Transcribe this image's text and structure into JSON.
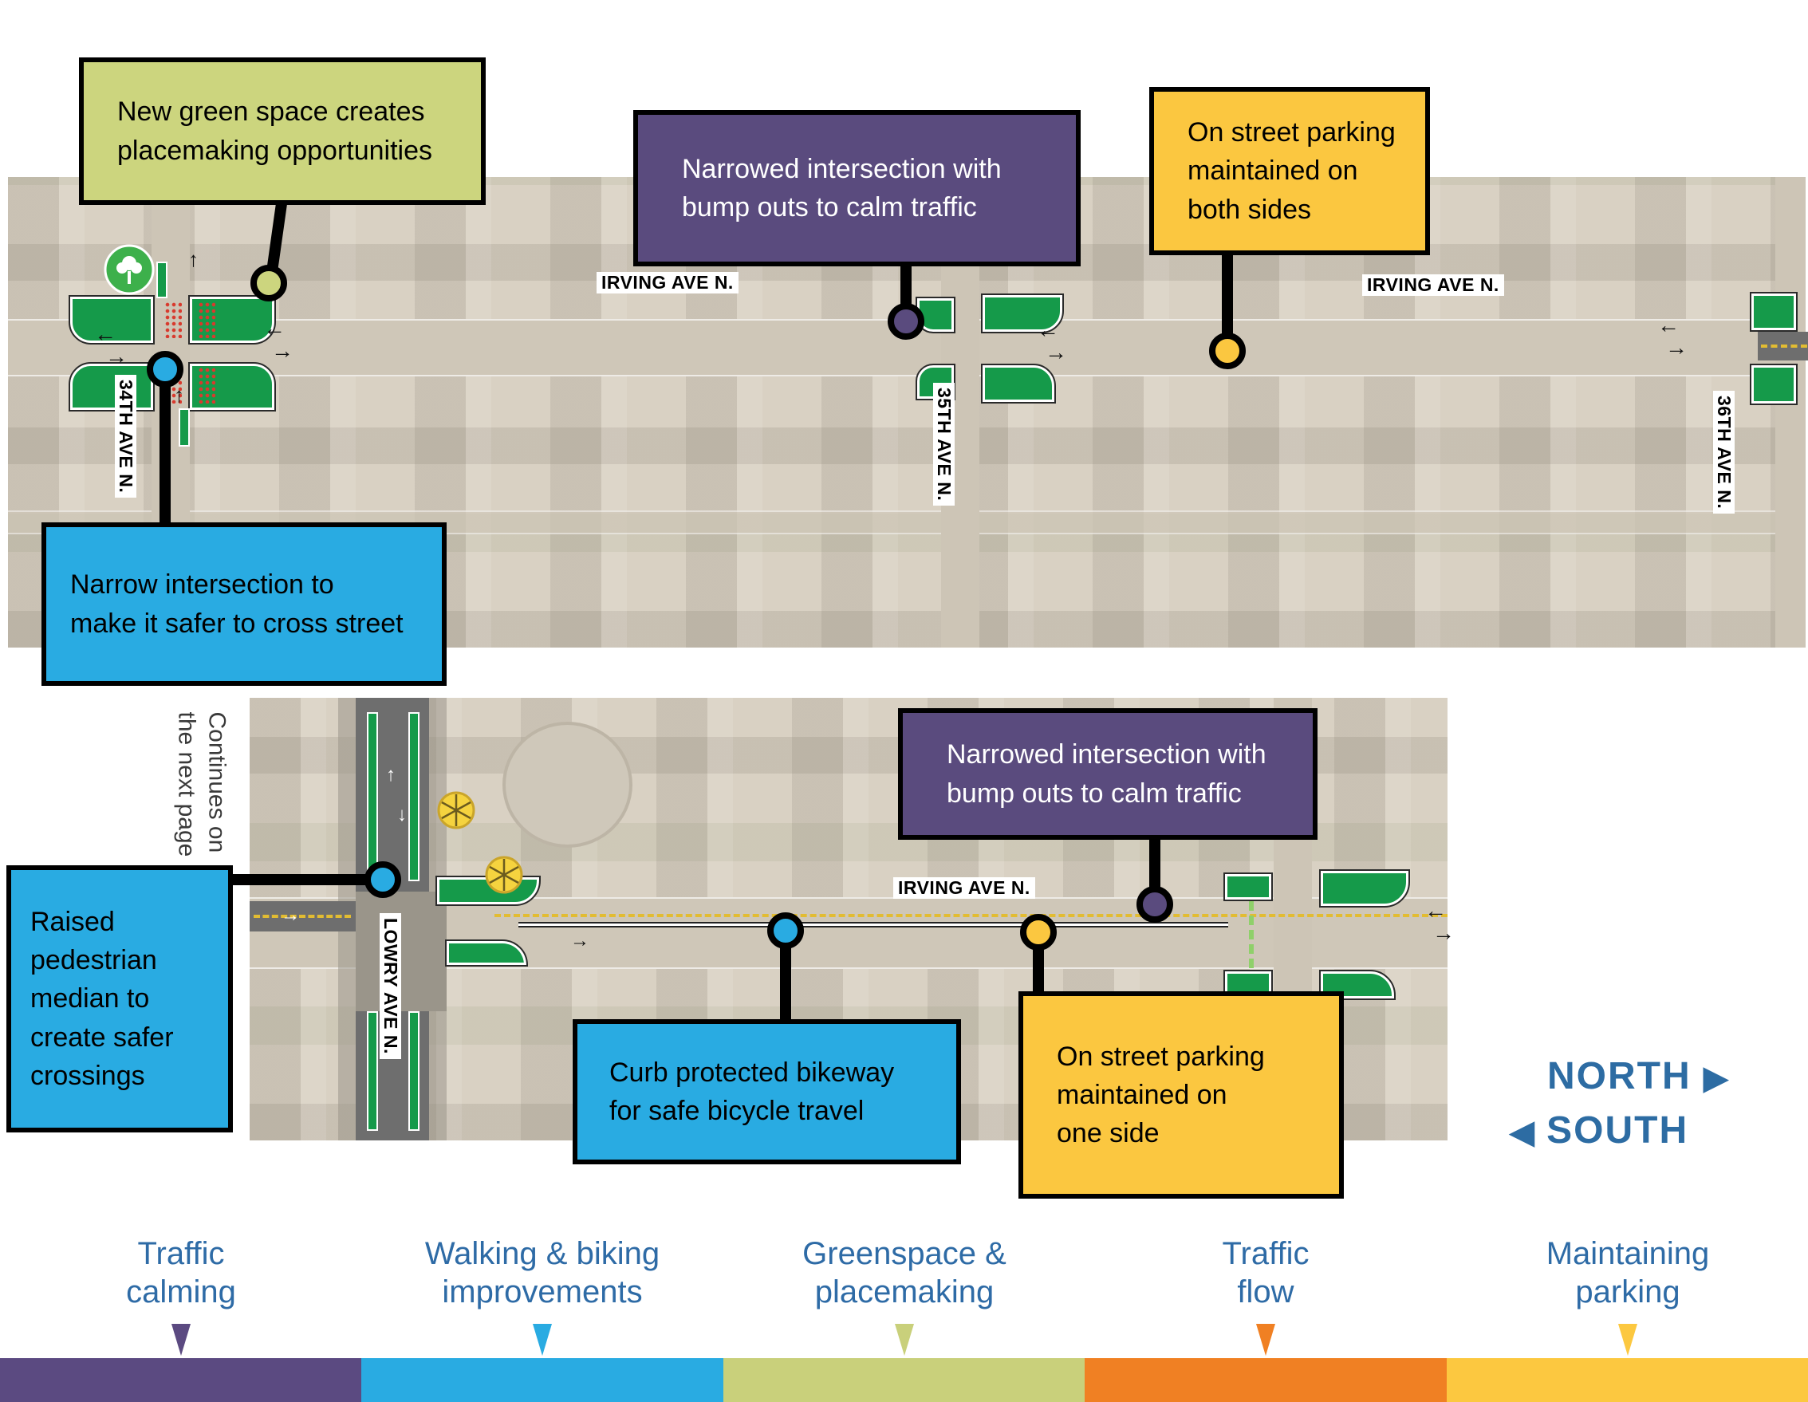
{
  "map": {
    "street_irving": "IRVING AVE N.",
    "street_34th": "34TH AVE N.",
    "street_35th": "35TH AVE N.",
    "street_36th": "36TH AVE N.",
    "street_lowry": "LOWRY AVE N.",
    "continues_note": "Continues on\nthe next page"
  },
  "callouts": {
    "green_space": "New green space creates\nplacemaking opportunities",
    "narrowed_intersection_top": "Narrowed intersection with\nbump outs to calm traffic",
    "parking_both_sides": "On street parking\nmaintained on\nboth sides",
    "narrow_intersection": "Narrow intersection to\nmake it safer to cross street",
    "raised_median": "Raised\npedestrian\nmedian to\ncreate safer\ncrossings",
    "narrowed_intersection_bottom": "Narrowed intersection with\nbump outs to calm traffic",
    "curb_bikeway": "Curb protected bikeway\nfor safe bicycle travel",
    "parking_one_side": "On street parking\nmaintained on\none side"
  },
  "compass": {
    "north": "NORTH",
    "south": "SOUTH",
    "north_pointer": "▶",
    "south_pointer": "◀"
  },
  "legend": {
    "items": [
      {
        "label": "Traffic\ncalming",
        "color": "#5b4a81"
      },
      {
        "label": "Walking & biking\nimprovements",
        "color": "#29abe2"
      },
      {
        "label": "Greenspace &\nplacemaking",
        "color": "#c9d07b"
      },
      {
        "label": "Traffic\nflow",
        "color": "#f08023"
      },
      {
        "label": "Maintaining\nparking",
        "color": "#fcc840"
      }
    ]
  },
  "icons": {
    "left_arrow": "←",
    "right_arrow": "→",
    "up_arrow": "↑",
    "down_arrow": "↓"
  },
  "colors": {
    "traffic_calming_purple": "#5b4a81",
    "walking_biking_blue": "#29abe2",
    "greenspace_green": "#c9d07b",
    "traffic_flow_orange": "#f08023",
    "parking_yellow": "#fcc840",
    "bumpout_green": "#159a4a",
    "legend_text_blue": "#2e6ba6",
    "compass_blue": "#2d6ca3"
  }
}
